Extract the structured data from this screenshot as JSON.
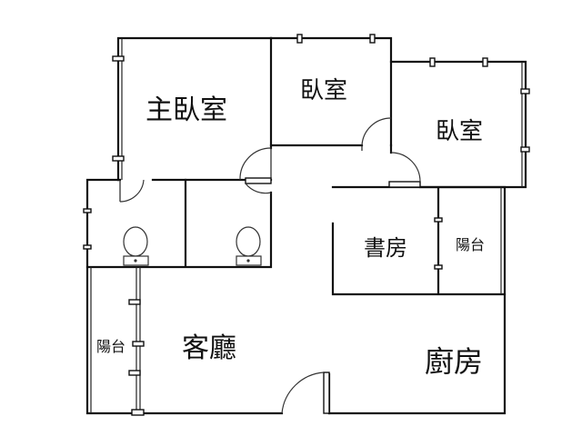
{
  "rooms": {
    "master_bedroom": "主臥室",
    "bedroom_center": "臥室",
    "bedroom_right": "臥室",
    "study": "書房",
    "balcony_right": "陽台",
    "balcony_left": "陽台",
    "living_room": "客廳",
    "kitchen": "廚房"
  },
  "colors": {
    "wall": "#111111",
    "background": "#ffffff"
  }
}
